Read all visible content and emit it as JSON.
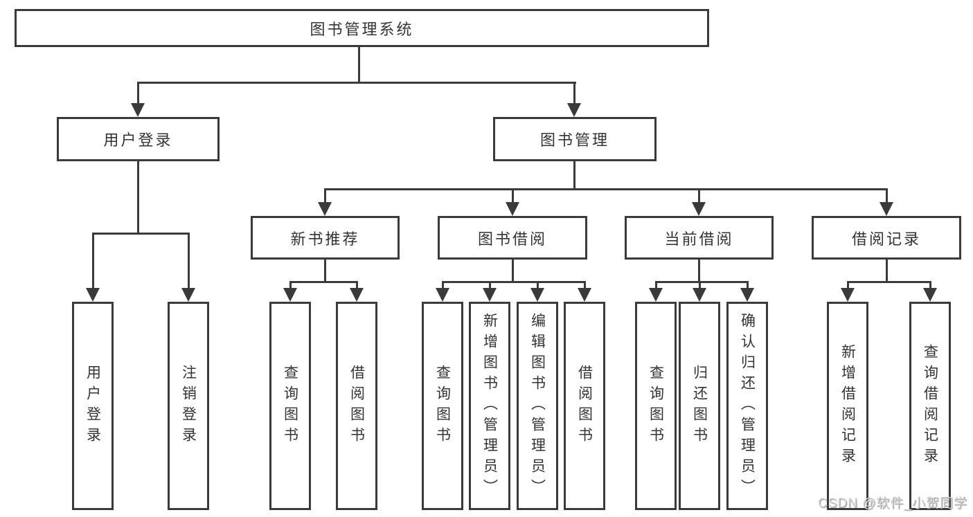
{
  "tree": {
    "root": {
      "label": "图书管理系统"
    },
    "branches": [
      {
        "label": "用户登录",
        "children": [
          {
            "label": "用户登录"
          },
          {
            "label": "注销登录"
          }
        ]
      },
      {
        "label": "图书管理",
        "children": [
          {
            "label": "新书推荐",
            "children": [
              {
                "label": "查询图书"
              },
              {
                "label": "借阅图书"
              }
            ]
          },
          {
            "label": "图书借阅",
            "children": [
              {
                "label": "查询图书"
              },
              {
                "label": "新增图书（管理员）"
              },
              {
                "label": "编辑图书（管理员）"
              },
              {
                "label": "借阅图书"
              }
            ]
          },
          {
            "label": "当前借阅",
            "children": [
              {
                "label": "查询图书"
              },
              {
                "label": "归还图书"
              },
              {
                "label": "确认归还（管理员）"
              }
            ]
          },
          {
            "label": "借阅记录",
            "children": [
              {
                "label": "新增借阅记录"
              },
              {
                "label": "查询借阅记录"
              }
            ]
          }
        ]
      }
    ]
  },
  "watermark": {
    "text": "CSDN @软件_小贺同学"
  },
  "colors": {
    "line": "#3a3a3a",
    "box_border": "#3a3a3a",
    "box_fill": "#ffffff",
    "text": "#333333",
    "watermark": "#d6d6d6"
  }
}
